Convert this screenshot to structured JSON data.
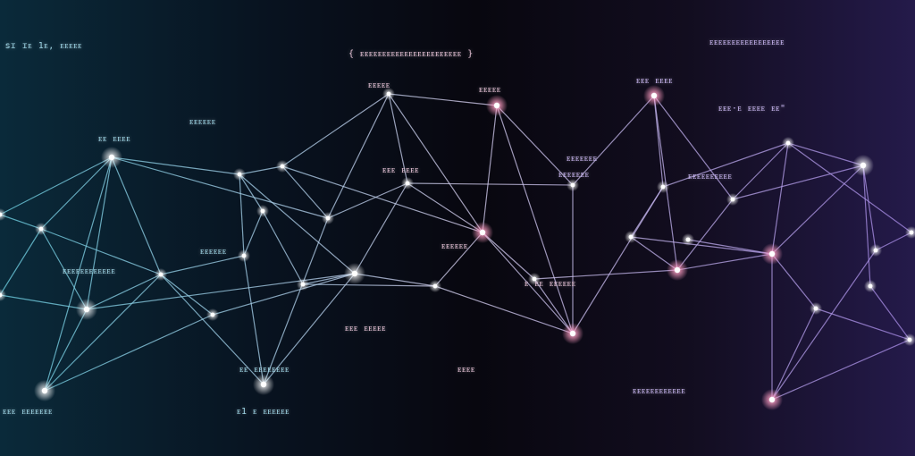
{
  "scene": {
    "description_colors": {
      "bg_left": "#0a2a3a",
      "bg_mid": "#08070f",
      "bg_right": "#241a4a",
      "line_left": "#6fd4e6",
      "line_right": "#a88be8",
      "node_glow": "#ffffff",
      "node_hot": "#ff9ec4"
    }
  },
  "labels": [
    {
      "text": "ꜱɪ ɪᴇ 1ᴇ, ᴇᴇᴇᴇᴇ",
      "tone": "cyan"
    },
    {
      "text": "ᴇᴇ ᴇᴇᴇᴇ",
      "tone": "cyan"
    },
    {
      "text": "ᴇᴇᴇᴇᴇᴇ",
      "tone": "cyan"
    },
    {
      "text": "ᴇᴇᴇᴇᴇᴇᴇᴇᴇᴇᴇᴇ",
      "tone": "cyan"
    },
    {
      "text": "ᴇᴇᴇᴇᴇᴇ",
      "tone": "cyan"
    },
    {
      "text": "ᴇᴇᴇ ᴇᴇᴇᴇᴇᴇᴇ",
      "tone": "cyan"
    },
    {
      "text": "ᴇ1 ᴇ ᴇᴇᴇᴇᴇᴇ",
      "tone": "cyan"
    },
    {
      "text": "ᴇᴇ ᴇᴇᴇᴇᴇᴇᴇᴇ",
      "tone": "cyan"
    },
    {
      "text": "{ ᴇᴇᴇᴇᴇᴇᴇᴇᴇᴇᴇᴇᴇᴇᴇᴇᴇᴇᴇᴇᴇᴇᴇ }",
      "tone": "pink"
    },
    {
      "text": "ᴇᴇᴇᴇᴇ",
      "tone": "pink"
    },
    {
      "text": "ᴇᴇᴇᴇᴇ",
      "tone": "pink"
    },
    {
      "text": "ᴇᴇᴇ ᴇᴇᴇᴇ",
      "tone": "pink"
    },
    {
      "text": "ᴇᴇᴇᴇᴇᴇ",
      "tone": "pink"
    },
    {
      "text": "ᴇᴇᴇ ᴇᴇᴇᴇᴇ",
      "tone": "pink"
    },
    {
      "text": "ᴇ ᴇᴇ ᴇᴇᴇᴇᴇᴇ",
      "tone": "pink"
    },
    {
      "text": "ᴇᴇᴇᴇ",
      "tone": "pink"
    },
    {
      "text": "ᴇᴇᴇ ᴇᴇᴇᴇ",
      "tone": "violet"
    },
    {
      "text": "ᴇᴇᴇᴇᴇᴇᴇᴇᴇᴇᴇᴇᴇᴇᴇᴇᴇ",
      "tone": "violet"
    },
    {
      "text": "ᴇᴇᴇ·ᴇ ᴇᴇᴇᴇ ᴇᴇ\"",
      "tone": "violet"
    },
    {
      "text": "ᴇᴇᴇᴇᴇᴇᴇ",
      "tone": "violet"
    },
    {
      "text": "ᴇᴇᴇᴇᴇᴇᴇ",
      "tone": "violet"
    },
    {
      "text": "ᴇᴇᴇᴇᴇᴇᴇᴇᴇᴇ",
      "tone": "violet"
    },
    {
      "text": "ᴇᴇᴇᴇᴇᴇᴇᴇᴇᴇᴇᴇ",
      "tone": "violet"
    }
  ]
}
